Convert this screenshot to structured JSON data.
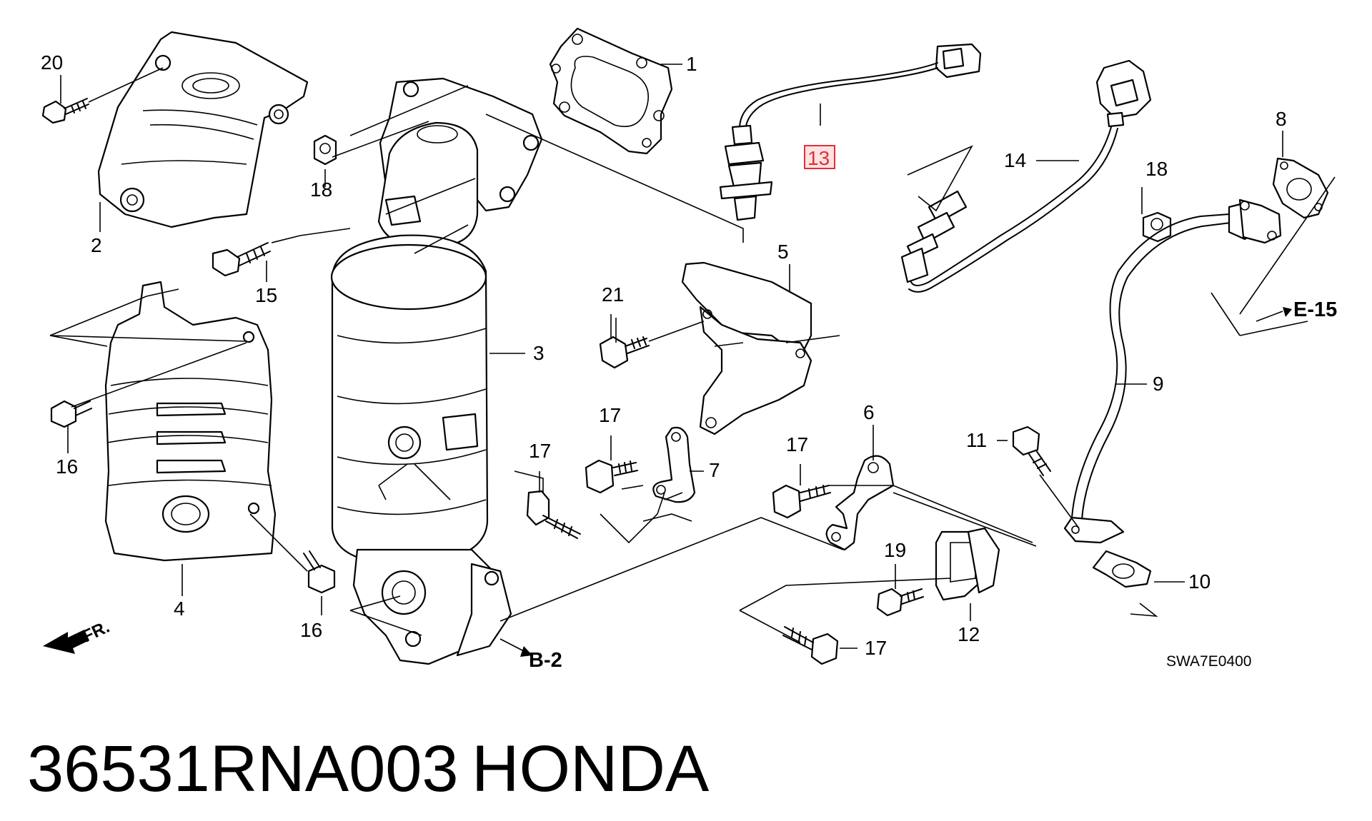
{
  "diagram": {
    "caption": {
      "part_number": "36531RNA003",
      "brand": "HONDA"
    },
    "diagram_code": "SWA7E0400",
    "direction_label": "FR.",
    "references": [
      "E-15",
      "B-2"
    ],
    "highlighted_callout": "13",
    "highlight_color": "#e0303a",
    "callouts": [
      "1",
      "2",
      "3",
      "4",
      "5",
      "6",
      "7",
      "8",
      "9",
      "10",
      "11",
      "12",
      "13",
      "14",
      "15",
      "16",
      "16",
      "17",
      "17",
      "17",
      "17",
      "18",
      "18",
      "19",
      "20",
      "21"
    ]
  }
}
